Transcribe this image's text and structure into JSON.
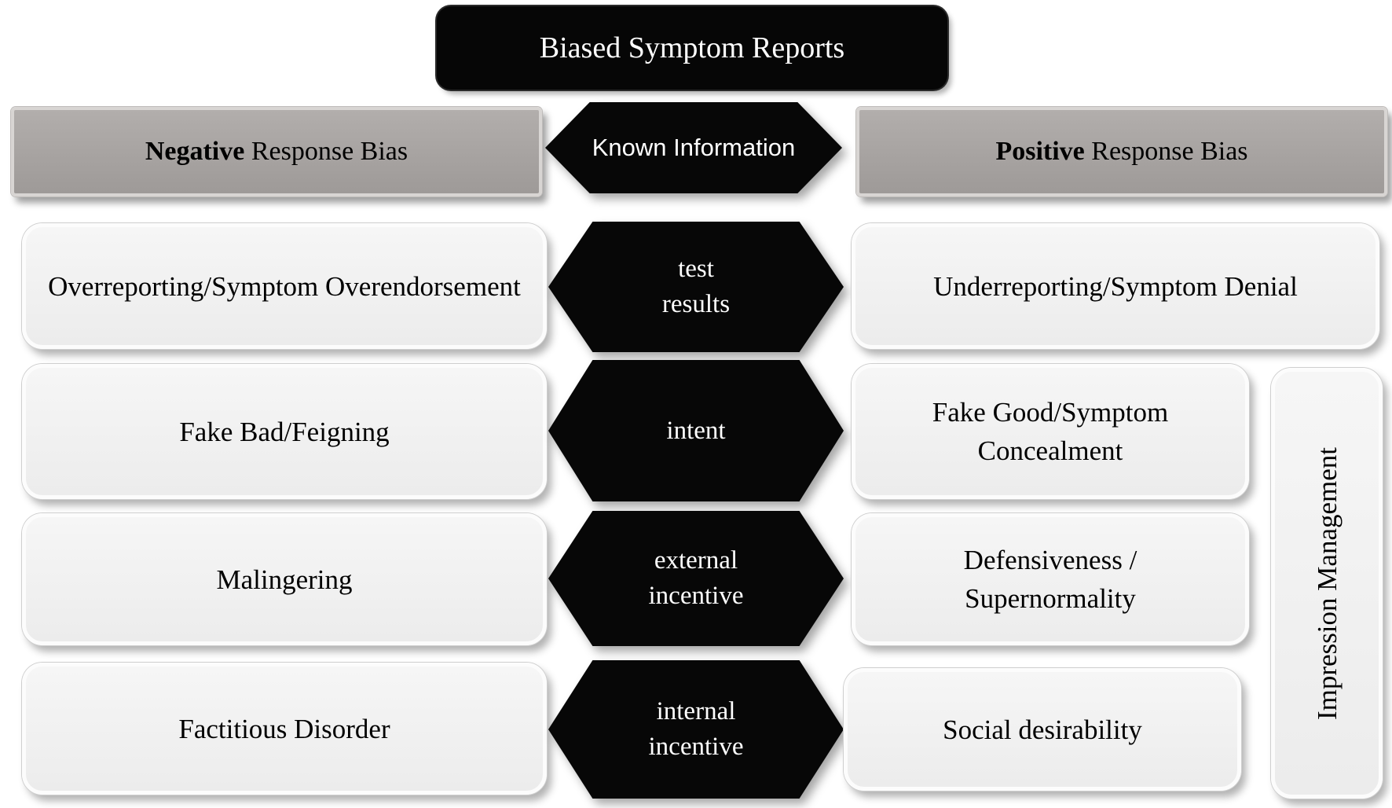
{
  "title": "Biased Symptom Reports",
  "header": {
    "negative_bold": "Negative",
    "negative_rest": " Response Bias",
    "known_information": "Known Information",
    "positive_bold": "Positive",
    "positive_rest": " Response Bias"
  },
  "rows": [
    {
      "left": "Overreporting/Symptom Overendorsement",
      "center": "test\nresults",
      "right": "Underreporting/Symptom Denial"
    },
    {
      "left": "Fake Bad/Feigning",
      "center": "intent",
      "right": "Fake Good/Symptom Concealment"
    },
    {
      "left": "Malingering",
      "center": "external\nincentive",
      "right": "Defensiveness / Supernormality"
    },
    {
      "left": "Factitious Disorder",
      "center": "internal\nincentive",
      "right": "Social desirability"
    }
  ],
  "side_label": "Impression Management",
  "colors": {
    "black_node": "#070707",
    "gray_bar": "#a7a3a1",
    "panel_fill": "#efefef"
  }
}
